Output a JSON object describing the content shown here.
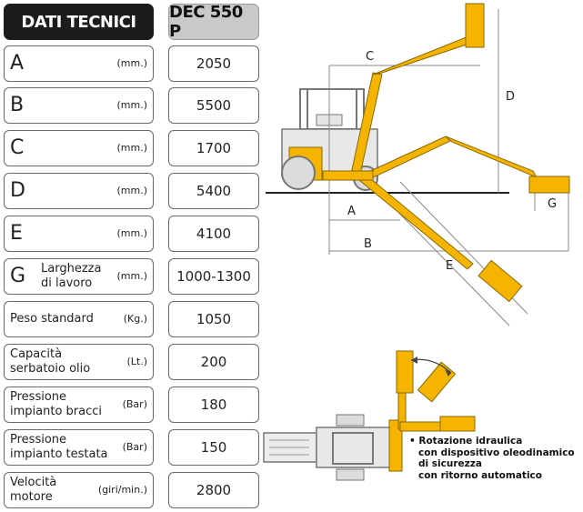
{
  "header": {
    "title": "DATI TECNICI",
    "model": "DEC 550 P"
  },
  "rows": [
    {
      "letter": "A",
      "unit": "(mm.)",
      "value": "2050"
    },
    {
      "letter": "B",
      "unit": "(mm.)",
      "value": "5500"
    },
    {
      "letter": "C",
      "unit": "(mm.)",
      "value": "1700"
    },
    {
      "letter": "D",
      "unit": "(mm.)",
      "value": "5400"
    },
    {
      "letter": "E",
      "unit": "(mm.)",
      "value": "4100"
    },
    {
      "letter": "G",
      "label_line1": "Larghezza",
      "label_line2": "di lavoro",
      "unit": "(mm.)",
      "value": "1000-1300"
    },
    {
      "label_line1": "Peso standard",
      "unit": "(Kg.)",
      "value": "1050"
    },
    {
      "label_line1": "Capacità",
      "label_line2": "serbatoio olio",
      "unit": "(Lt.)",
      "value": "200"
    },
    {
      "label_line1": "Pressione",
      "label_line2": "impianto bracci",
      "unit": "(Bar)",
      "value": "180"
    },
    {
      "label_line1": "Pressione",
      "label_line2": "impianto testata",
      "unit": "(Bar)",
      "value": "150"
    },
    {
      "label_line1": "Velocità",
      "label_line2": "motore",
      "unit": "(giri/min.)",
      "value": "2800"
    }
  ],
  "diagram": {
    "labels": {
      "a": "A",
      "b": "B",
      "c": "C",
      "d": "D",
      "e": "E",
      "g": "G"
    },
    "colors": {
      "yellow": "#f5b400",
      "line": "#444444"
    }
  },
  "note": {
    "bullet": "•",
    "lines": [
      "Rotazione idraulica",
      "con dispositivo oleodinamico",
      "di sicurezza",
      "con ritorno automatico"
    ]
  }
}
